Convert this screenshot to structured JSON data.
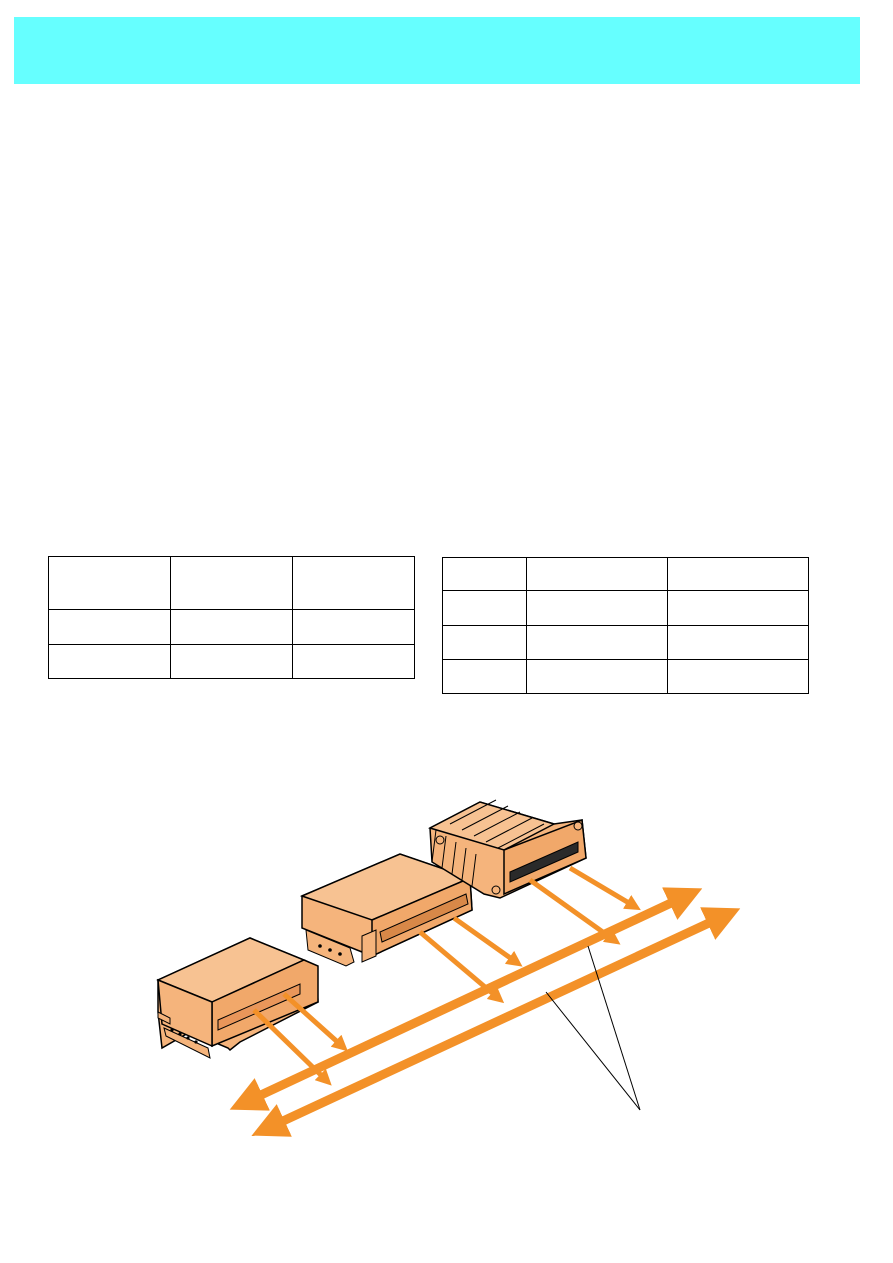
{
  "colors": {
    "header_band": "#66ffff",
    "module_fill": "#f5b47c",
    "bus_arrow": "#f39128",
    "outline": "#000000"
  },
  "table_left": {
    "rows": [
      [
        "",
        "",
        ""
      ],
      [
        "",
        "",
        ""
      ],
      [
        "",
        "",
        ""
      ]
    ]
  },
  "table_right": {
    "rows": [
      [
        "",
        "",
        ""
      ],
      [
        "",
        "",
        ""
      ],
      [
        "",
        "",
        ""
      ],
      [
        "",
        "",
        ""
      ]
    ]
  },
  "figure": {
    "modules": [
      "control-unit-1",
      "control-unit-2",
      "control-unit-3"
    ],
    "bus_lines": 2
  }
}
